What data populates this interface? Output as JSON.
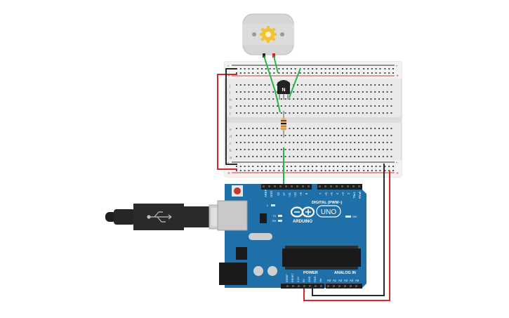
{
  "colors": {
    "board": "#1f6fa8",
    "board_dark": "#185b8c",
    "breadboard": "#eeeeee",
    "rail_red": "#d23b3b",
    "rail_dark": "#333333",
    "wire_red": "#d62828",
    "wire_black": "#2a2a2a",
    "wire_green": "#2bb24c",
    "motor_body": "#d8d8d8",
    "motor_gear": "#f2c230",
    "header_black": "#1e1e1e",
    "chip": "#1a1a1a",
    "usb": "#2a2a2a",
    "usb_metal": "#cfcfcf",
    "reset": "#c0392b"
  },
  "motor": {
    "icon": "dc-motor-icon",
    "gear_icon": "gear-icon"
  },
  "transistor": {
    "label": "N"
  },
  "resistor": {
    "icon": "resistor-icon"
  },
  "breadboard": {
    "top_rail_minus": "-",
    "top_rail_plus": "+",
    "bottom_rail_minus": "-",
    "bottom_rail_plus": "+",
    "row_letters_top": [
      "j",
      "i",
      "h",
      "g",
      "f"
    ],
    "row_letters_bottom": [
      "e",
      "d",
      "c",
      "b",
      "a"
    ]
  },
  "arduino": {
    "aref": "AREF",
    "gnd": "GND",
    "pins_left": [
      "13",
      "12",
      "~11",
      "~10",
      "~9",
      "8"
    ],
    "pins_right": [
      "7",
      "~6",
      "~5",
      "4",
      "~3",
      "2",
      "TX▸1",
      "RX◂0"
    ],
    "digital": "DIGITAL (PWM~)",
    "brand": "ARDUINO",
    "model": "UNO",
    "on": "ON",
    "tx": "TX",
    "rx": "RX",
    "l": "L",
    "power": "POWER",
    "analog": "ANALOG IN",
    "power_pins": [
      "IOREF",
      "RESET",
      "3.3V",
      "5V",
      "GND",
      "GND",
      "Vin"
    ],
    "analog_pins": [
      "A0",
      "A1",
      "A2",
      "A3",
      "A4",
      "A5"
    ]
  },
  "usb": {
    "icon": "usb-plug-icon",
    "symbol_icon": "usb-symbol-icon"
  }
}
